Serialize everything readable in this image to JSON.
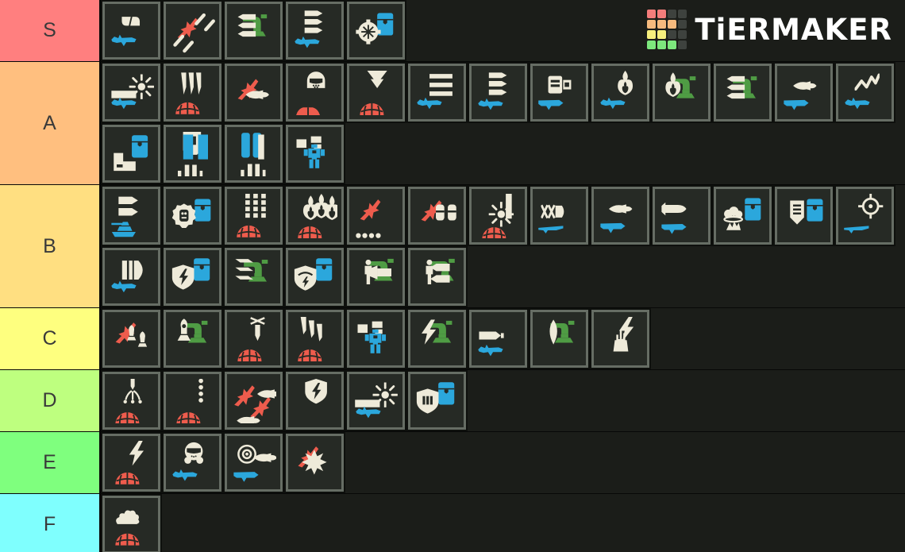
{
  "logo": {
    "text": "TiERMAKER",
    "grid_colors": [
      "#f47d7b",
      "#f47d7b",
      "#3e423e",
      "#3e423e",
      "#f6ba7e",
      "#f6ba7e",
      "#f6ba7e",
      "#3e423e",
      "#f7ef7d",
      "#f7ef7d",
      "#3e423e",
      "#3e423e",
      "#7de87d",
      "#7de87d",
      "#7de87d",
      "#3e423e"
    ]
  },
  "palette": {
    "blue": "#2ba7dc",
    "red": "#ee5c4d",
    "green": "#4f9c44",
    "cream": "#eeead9",
    "tile_bg": "#262a25",
    "tile_border": "#666d64",
    "page_bg": "#1b1d19",
    "label_text": "#3a3a3a"
  },
  "tiers": [
    {
      "label": "S",
      "color": "#ff7f7f",
      "items": [
        {
          "name": "assault-rifle-with-magazine",
          "icon": "mag-rifle"
        },
        {
          "name": "eagle-strafing-run",
          "icon": "eagle-strafes"
        },
        {
          "name": "autocannon-sentry",
          "icon": "turret-shells"
        },
        {
          "name": "machine-gun-with-ammo",
          "icon": "smg-ammo"
        },
        {
          "name": "guard-dog-rover-backpack",
          "icon": "rotor-pack"
        }
      ]
    },
    {
      "label": "A",
      "color": "#ffbf7f",
      "items": [
        {
          "name": "laser-rifle",
          "icon": "laser-rifle"
        },
        {
          "name": "orbital-barrage-shells",
          "icon": "dome-shells"
        },
        {
          "name": "eagle-500kg-bomb",
          "icon": "eagle-bomb"
        },
        {
          "name": "pilot-bust",
          "icon": "pilot"
        },
        {
          "name": "orbital-precision-strike",
          "icon": "dome-arrow"
        },
        {
          "name": "belt-fed-machine-gun",
          "icon": "belt-rifle"
        },
        {
          "name": "heavy-machine-gun",
          "icon": "hmg"
        },
        {
          "name": "autocannon-weapon",
          "icon": "autocannon"
        },
        {
          "name": "flamethrower",
          "icon": "flamer"
        },
        {
          "name": "flame-sentry",
          "icon": "turret-flame"
        },
        {
          "name": "machine-gun-sentry",
          "icon": "turret-ammo"
        },
        {
          "name": "expendable-anti-tank",
          "icon": "eat"
        },
        {
          "name": "arc-blitzer",
          "icon": "arc-rifle"
        },
        {
          "name": "supply-backpack",
          "icon": "supply-pack"
        },
        {
          "name": "drop-pod",
          "icon": "drop-pod"
        },
        {
          "name": "jump-pack",
          "icon": "jump-pack"
        },
        {
          "name": "exosuit-mech",
          "icon": "exosuit"
        }
      ]
    },
    {
      "label": "B",
      "color": "#ffdf81",
      "items": [
        {
          "name": "tank-with-shells",
          "icon": "tank-shells"
        },
        {
          "name": "guard-dog-pod-backpack",
          "icon": "drone-pack"
        },
        {
          "name": "orbital-gatling-barrage",
          "icon": "dome-columns"
        },
        {
          "name": "orbital-napalm-barrage",
          "icon": "dome-flames"
        },
        {
          "name": "eagle-cluster-bomb",
          "icon": "eagle-cluster"
        },
        {
          "name": "eagle-napalm-strike",
          "icon": "eagle-napalm"
        },
        {
          "name": "orbital-laser",
          "icon": "dome-laser"
        },
        {
          "name": "rifle-with-penetrator-round",
          "icon": "slug-rifle"
        },
        {
          "name": "recoilless-rifle",
          "icon": "recoilless"
        },
        {
          "name": "spear-missile-launcher",
          "icon": "spear"
        },
        {
          "name": "portable-hellbomb-backpack",
          "icon": "hellbomb-pack"
        },
        {
          "name": "capsule-backpack",
          "icon": "pod-pack"
        },
        {
          "name": "anti-materiel-rifle",
          "icon": "amr"
        },
        {
          "name": "gun-with-heavy-round",
          "icon": "bullet-gun"
        },
        {
          "name": "shield-generator-backpack",
          "icon": "shield-pack"
        },
        {
          "name": "mortar-sentry",
          "icon": "turret-plates"
        },
        {
          "name": "directional-shield-backpack",
          "icon": "domeshield-pack"
        },
        {
          "name": "hmg-emplacement",
          "icon": "hmg-emplace"
        },
        {
          "name": "anti-tank-emplacement",
          "icon": "at-emplace"
        }
      ]
    },
    {
      "label": "C",
      "color": "#feff7f",
      "items": [
        {
          "name": "eagle-rocket-pods",
          "icon": "eagle-rockets"
        },
        {
          "name": "rocket-sentry",
          "icon": "turret-rocket"
        },
        {
          "name": "orbital-railcannon-strike",
          "icon": "dome-rail"
        },
        {
          "name": "orbital-380mm-barrage",
          "icon": "dome-stagger"
        },
        {
          "name": "emancipator-exosuit",
          "icon": "exosuit2"
        },
        {
          "name": "arc-sentry",
          "icon": "turret-bolt"
        },
        {
          "name": "railgun",
          "icon": "railgun"
        },
        {
          "name": "flame-mortar-sentry",
          "icon": "turret-blade"
        },
        {
          "name": "tesla-tower",
          "icon": "tesla"
        }
      ]
    },
    {
      "label": "D",
      "color": "#beff7f",
      "items": [
        {
          "name": "orbital-airburst-strike",
          "icon": "dome-burst"
        },
        {
          "name": "orbital-smoke-strike",
          "icon": "dome-dots"
        },
        {
          "name": "eagle-smoke-strike",
          "icon": "eagle-pair"
        },
        {
          "name": "shield-generator-relay",
          "icon": "shield-relay"
        },
        {
          "name": "laser-cannon",
          "icon": "laser-gun"
        },
        {
          "name": "ballistic-shield-backpack",
          "icon": "ballistic-pack"
        }
      ]
    },
    {
      "label": "E",
      "color": "#7fff7e",
      "items": [
        {
          "name": "orbital-ems-strike",
          "icon": "dome-bolt"
        },
        {
          "name": "sterilizer-gas-gun",
          "icon": "gas-gun"
        },
        {
          "name": "airburst-rocket-launcher",
          "icon": "airburst-launcher"
        },
        {
          "name": "eagle-flare",
          "icon": "eagle-flare"
        }
      ]
    },
    {
      "label": "F",
      "color": "#7ffffe",
      "items": [
        {
          "name": "orbital-gas-strike",
          "icon": "dome-cloud"
        }
      ]
    }
  ]
}
